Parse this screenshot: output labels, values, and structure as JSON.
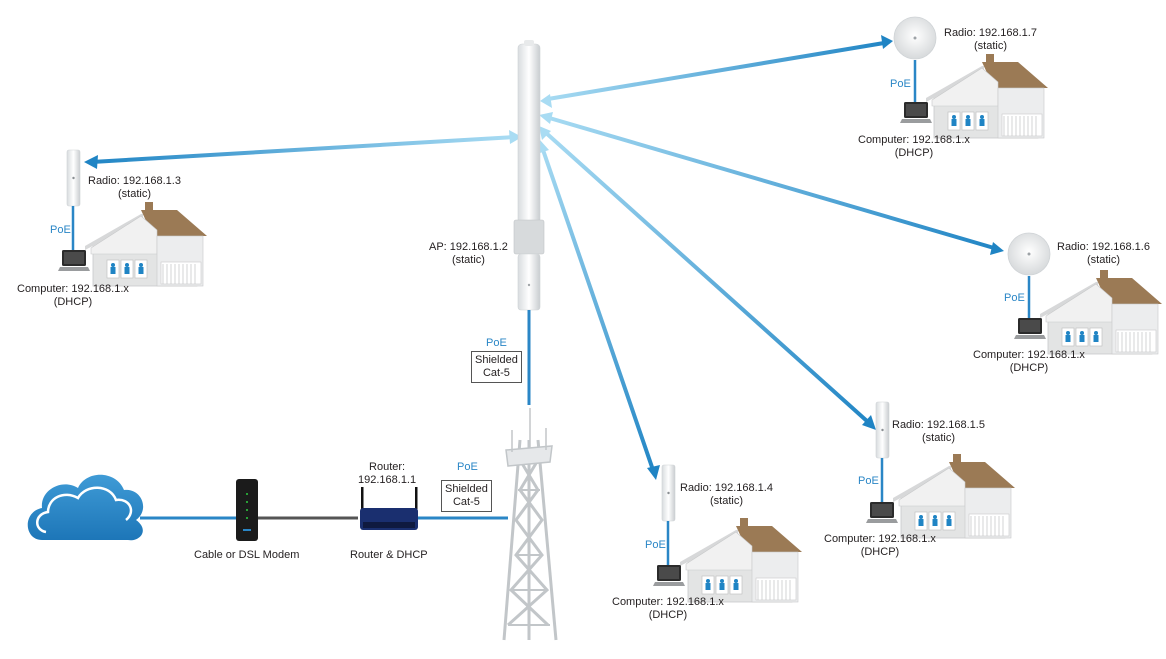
{
  "labels": {
    "ap": [
      "AP: 192.168.1.2",
      "(static)"
    ],
    "router_top": [
      "Router:",
      "192.168.1.1"
    ],
    "router_bottom": "Router & DHCP",
    "modem": "Cable or DSL Modem",
    "poe": "PoE",
    "shielded": [
      "Shielded",
      "Cat-5"
    ]
  },
  "clients": [
    {
      "id": "r3",
      "radio": "Radio: 192.168.1.3",
      "radio_mode": "(static)",
      "computer": "Computer: 192.168.1.x",
      "computer_mode": "(DHCP)",
      "radio_type": "sector"
    },
    {
      "id": "r4",
      "radio": "Radio: 192.168.1.4",
      "radio_mode": "(static)",
      "computer": "Computer: 192.168.1.x",
      "computer_mode": "(DHCP)",
      "radio_type": "sector"
    },
    {
      "id": "r5",
      "radio": "Radio: 192.168.1.5",
      "radio_mode": "(static)",
      "computer": "Computer: 192.168.1.x",
      "computer_mode": "(DHCP)",
      "radio_type": "sector"
    },
    {
      "id": "r6",
      "radio": "Radio: 192.168.1.6",
      "radio_mode": "(static)",
      "computer": "Computer: 192.168.1.x",
      "computer_mode": "(DHCP)",
      "radio_type": "dish"
    },
    {
      "id": "r7",
      "radio": "Radio: 192.168.1.7",
      "radio_mode": "(static)",
      "computer": "Computer: 192.168.1.x",
      "computer_mode": "(DHCP)",
      "radio_type": "dish"
    }
  ],
  "colors": {
    "link_light": "#a9dcf3",
    "link_dark": "#1f84c4",
    "cable": "#2a86c6",
    "house_wall": "#e3e4e4",
    "roof": "#9b7a55",
    "cloud": "#2a86c6"
  }
}
